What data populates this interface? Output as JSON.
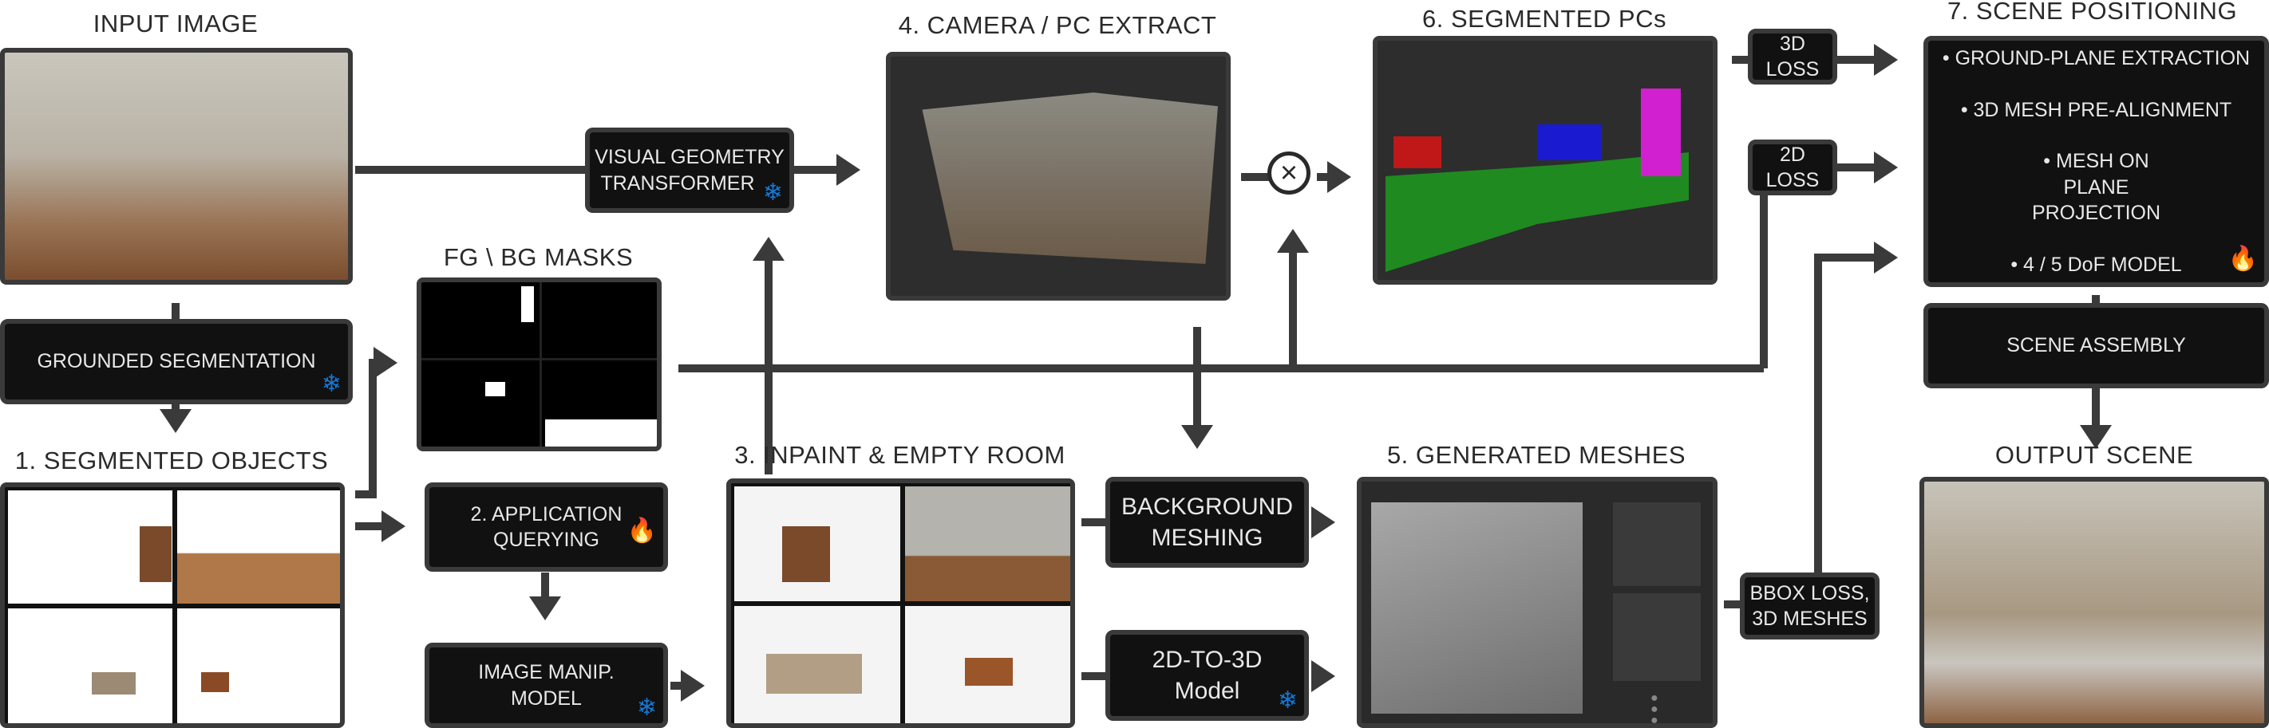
{
  "labels": {
    "input_image": "INPUT IMAGE",
    "fg_bg_masks": "FG \\ BG MASKS",
    "segmented_objects": "1. SEGMENTED OBJECTS",
    "inpaint": "3. INPAINT & EMPTY ROOM",
    "camera_pc": "4. CAMERA / PC EXTRACT",
    "generated_meshes": "5. GENERATED MESHES",
    "segmented_pcs": "6. SEGMENTED PCs",
    "scene_positioning": "7. SCENE POSITIONING",
    "output_scene": "OUTPUT SCENE"
  },
  "boxes": {
    "grounded_segmentation": "GROUNDED SEGMENTATION",
    "application_querying": [
      "2. APPLICATION",
      "QUERYING"
    ],
    "image_manip": [
      "IMAGE MANIP.",
      "MODEL"
    ],
    "vgt": [
      "VISUAL GEOMETRY",
      "TRANSFORMER"
    ],
    "background_meshing": [
      "BACKGROUND",
      "MESHING"
    ],
    "two_d_to_three_d": [
      "2D-TO-3D",
      "Model"
    ],
    "loss_3d": "3D LOSS",
    "loss_2d": "2D LOSS",
    "bbox_loss": [
      "BBOX LOSS,",
      "3D MESHES"
    ],
    "scene_assembly": "SCENE ASSEMBLY"
  },
  "scene_positioning_steps": [
    "GROUND-PLANE EXTRACTION",
    "3D MESH PRE-ALIGNMENT",
    "MESH ON PLANE PROJECTION",
    "4 / 5 DoF MODEL"
  ],
  "icons": {
    "frozen": "snowflake-icon",
    "trainable": "fire-icon",
    "combine": "multiply-circle-icon"
  },
  "colors": {
    "box_bg": "#111111",
    "border": "#3a3a3a",
    "snow": "#1479d6",
    "pc_red": "#c01818",
    "pc_blue": "#1a1ad0",
    "pc_magenta": "#d020d0",
    "pc_green": "#1f8a1f"
  }
}
